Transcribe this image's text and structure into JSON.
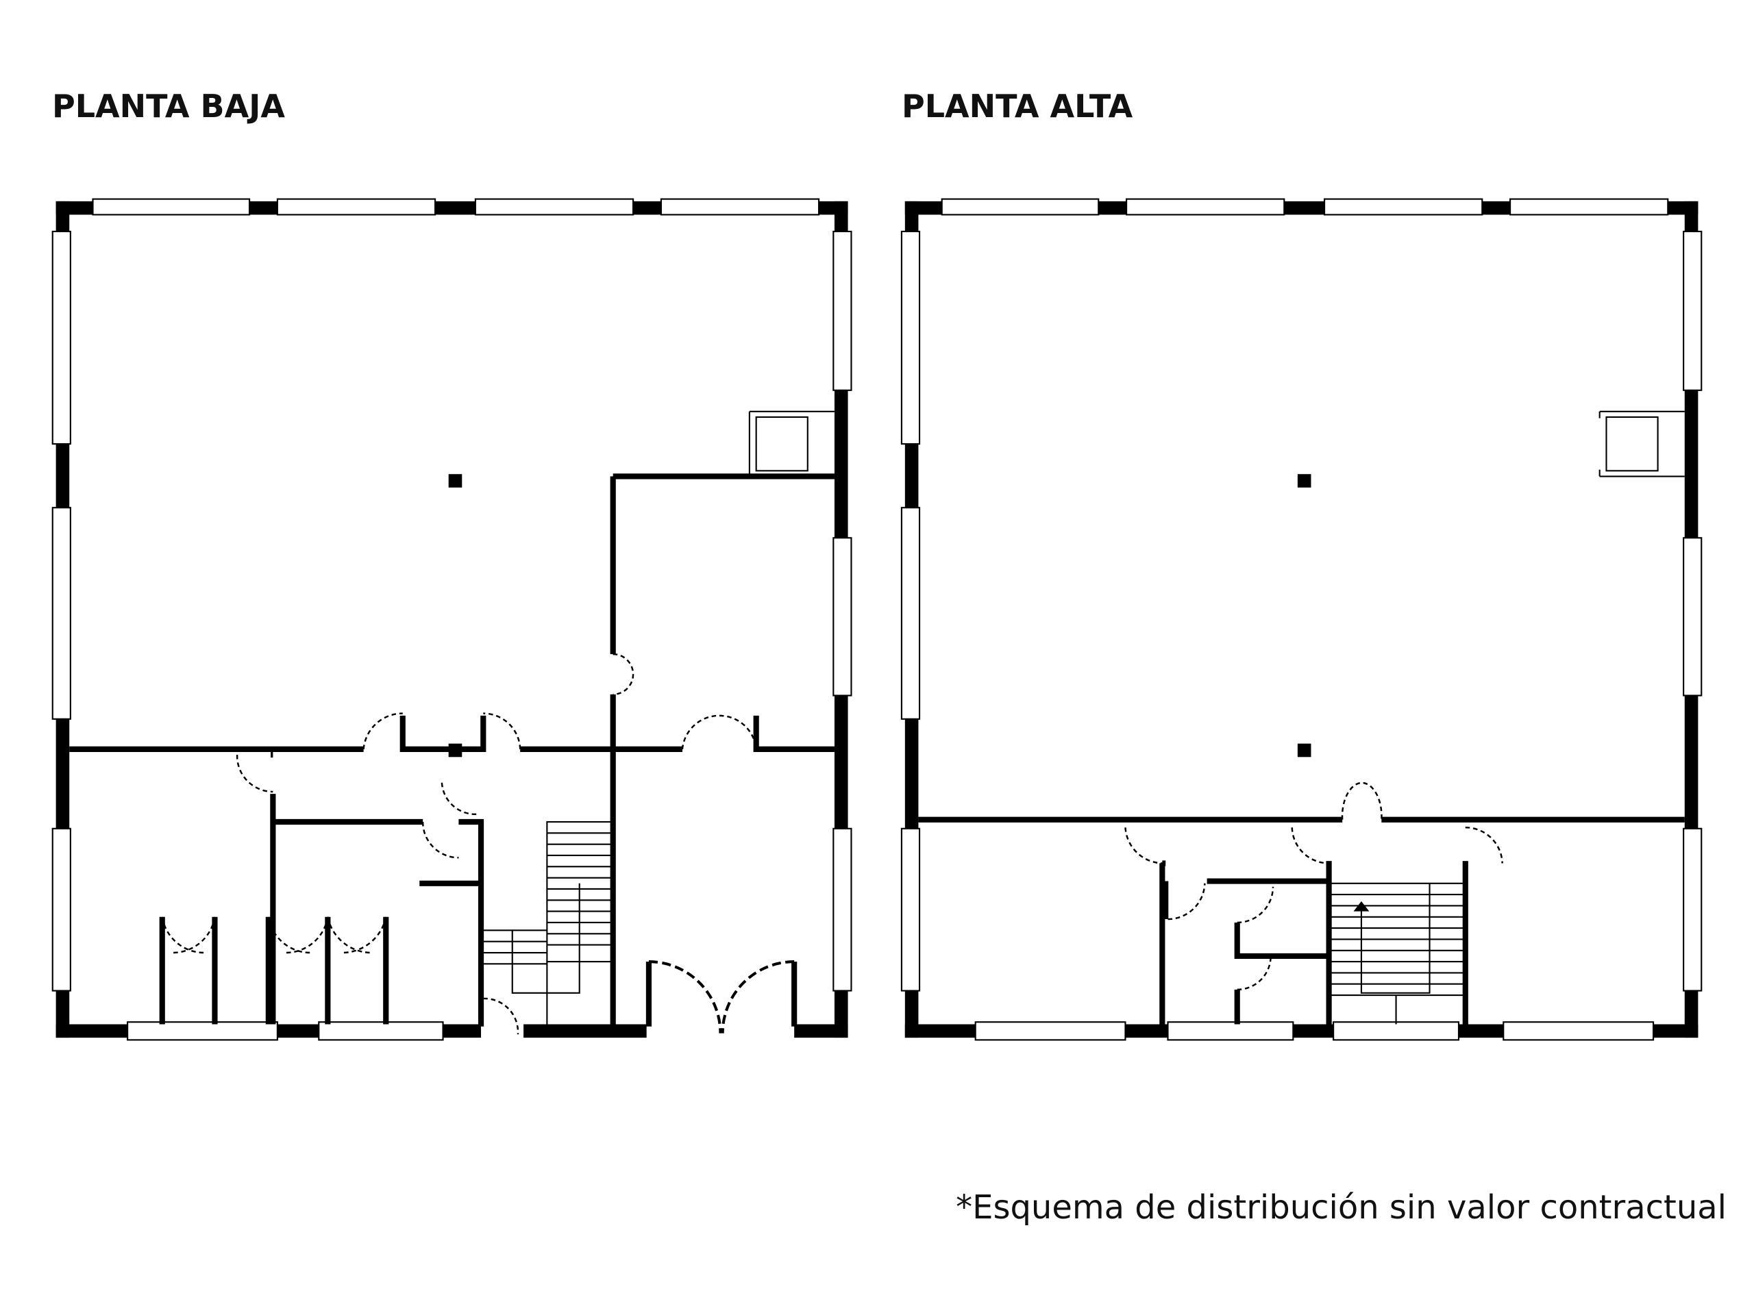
{
  "plans": [
    {
      "title": "PLANTA BAJA"
    },
    {
      "title": "PLANTA ALTA"
    }
  ],
  "footnote": "*Esquema de distribución sin valor contractual"
}
